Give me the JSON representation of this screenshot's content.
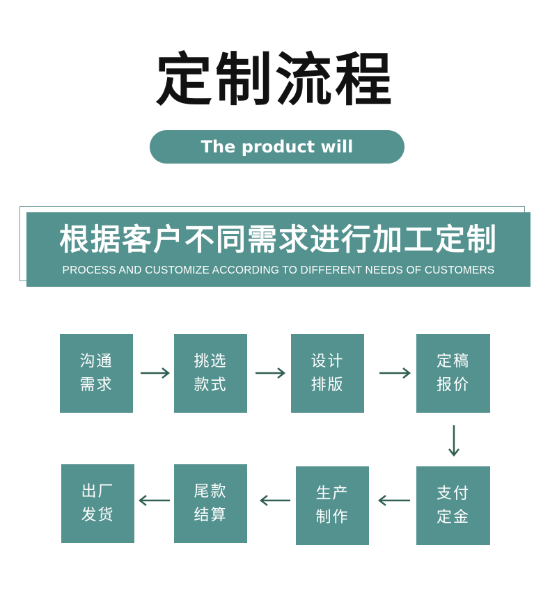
{
  "title": "定制流程",
  "subtitle": "The product will",
  "banner": {
    "main": "根据客户不同需求进行加工定制",
    "sub": "PROCESS AND CUSTOMIZE ACCORDING TO DIFFERENT NEEDS OF CUSTOMERS"
  },
  "steps": [
    {
      "line1": "沟通",
      "line2": "需求"
    },
    {
      "line1": "挑选",
      "line2": "款式"
    },
    {
      "line1": "设计",
      "line2": "排版"
    },
    {
      "line1": "定稿",
      "line2": "报价"
    },
    {
      "line1": "支付",
      "line2": "定金"
    },
    {
      "line1": "生产",
      "line2": "制作"
    },
    {
      "line1": "尾款",
      "line2": "结算"
    },
    {
      "line1": "出厂",
      "line2": "发货"
    }
  ],
  "colors": {
    "primary": "#54928f",
    "arrow": "#2f5f52"
  }
}
